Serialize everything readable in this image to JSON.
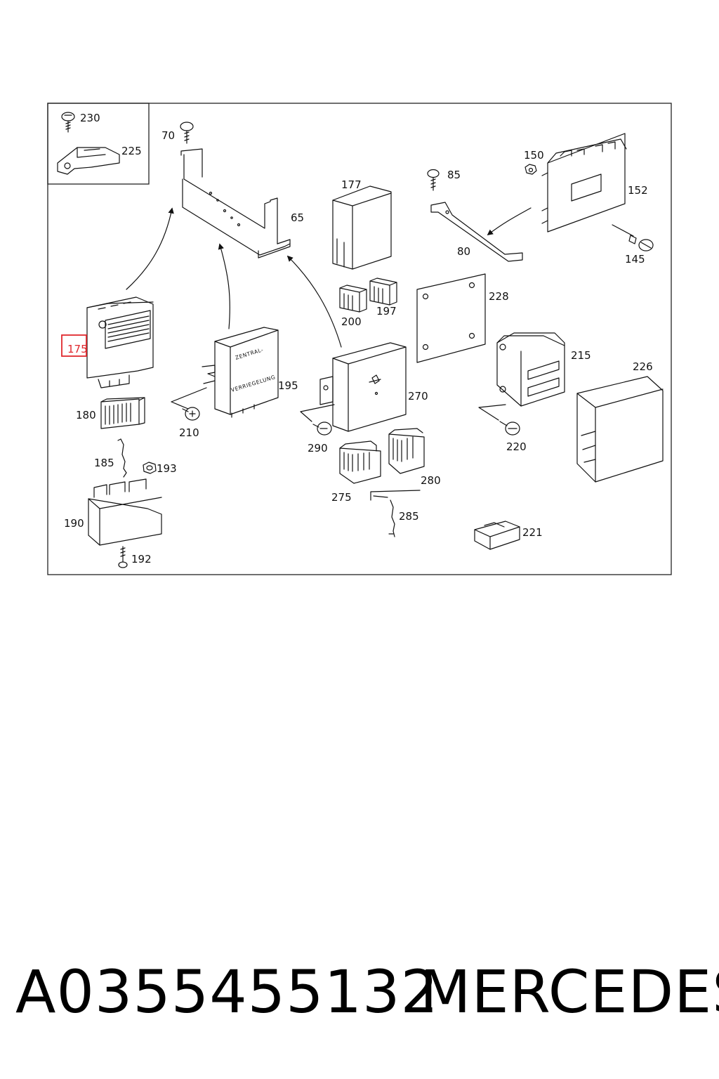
{
  "labels": {
    "p230": "230",
    "p225": "225",
    "p70": "70",
    "p65": "65",
    "p177": "177",
    "p85": "85",
    "p150": "150",
    "p152": "152",
    "p80": "80",
    "p145": "145",
    "p200": "200",
    "p197": "197",
    "p228": "228",
    "p175": "175",
    "p195": "195",
    "p270": "270",
    "p215": "215",
    "p226": "226",
    "p180": "180",
    "p210": "210",
    "p290": "290",
    "p220": "220",
    "p185": "185",
    "p193": "193",
    "p275": "275",
    "p280": "280",
    "p285": "285",
    "p190": "190",
    "p192": "192",
    "p221": "221"
  },
  "module_text": {
    "line1": "ZENTRAL-",
    "line2": "VERRIEGELUNG"
  },
  "caption": {
    "part_number": "A0355455132",
    "brand": "MERCEDES"
  },
  "highlight": {
    "part": "175",
    "color": "#e0282e"
  }
}
